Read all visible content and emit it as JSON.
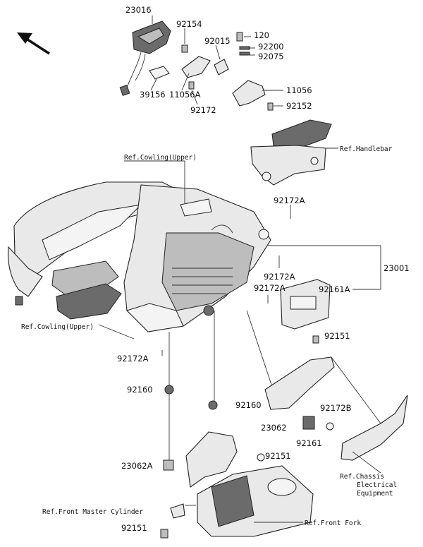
{
  "labels": {
    "p23016": "23016",
    "p92154": "92154",
    "p92015": "92015",
    "p120": "120",
    "p92200": "92200",
    "p92075": "92075",
    "p39156": "39156",
    "p11056a": "11056A",
    "p92172": "92172",
    "p11056": "11056",
    "p92152": "92152",
    "p92172a_1": "92172A",
    "p92172a_2": "92172A",
    "p92172a_3": "92172A",
    "p92172a_4": "92172A",
    "p23001": "23001",
    "p92161a": "92161A",
    "p92151_1": "92151",
    "p92151_2": "92151",
    "p92151_3": "92151",
    "p92160_1": "92160",
    "p92160_2": "92160",
    "p23062": "23062",
    "p92172b": "92172B",
    "p92161": "92161",
    "p23062a": "23062A"
  },
  "refs": {
    "handlebar": "Ref.Handlebar",
    "cowling_upper_top": "Ref.Cowling(Upper)",
    "cowling_upper_left": "Ref.Cowling(Upper)",
    "chassis_line1": "Ref.Chassis",
    "chassis_line2": "Electrical",
    "chassis_line3": "Equipment",
    "master_cylinder": "Ref.Front Master Cylinder",
    "front_fork": "Ref.Front Fork"
  },
  "icons": {
    "direction": "arrow-up-left-icon"
  },
  "colors": {
    "line": "#333333",
    "part_fill": "#e9e9e9",
    "dark_fill": "#6b6b6b"
  }
}
